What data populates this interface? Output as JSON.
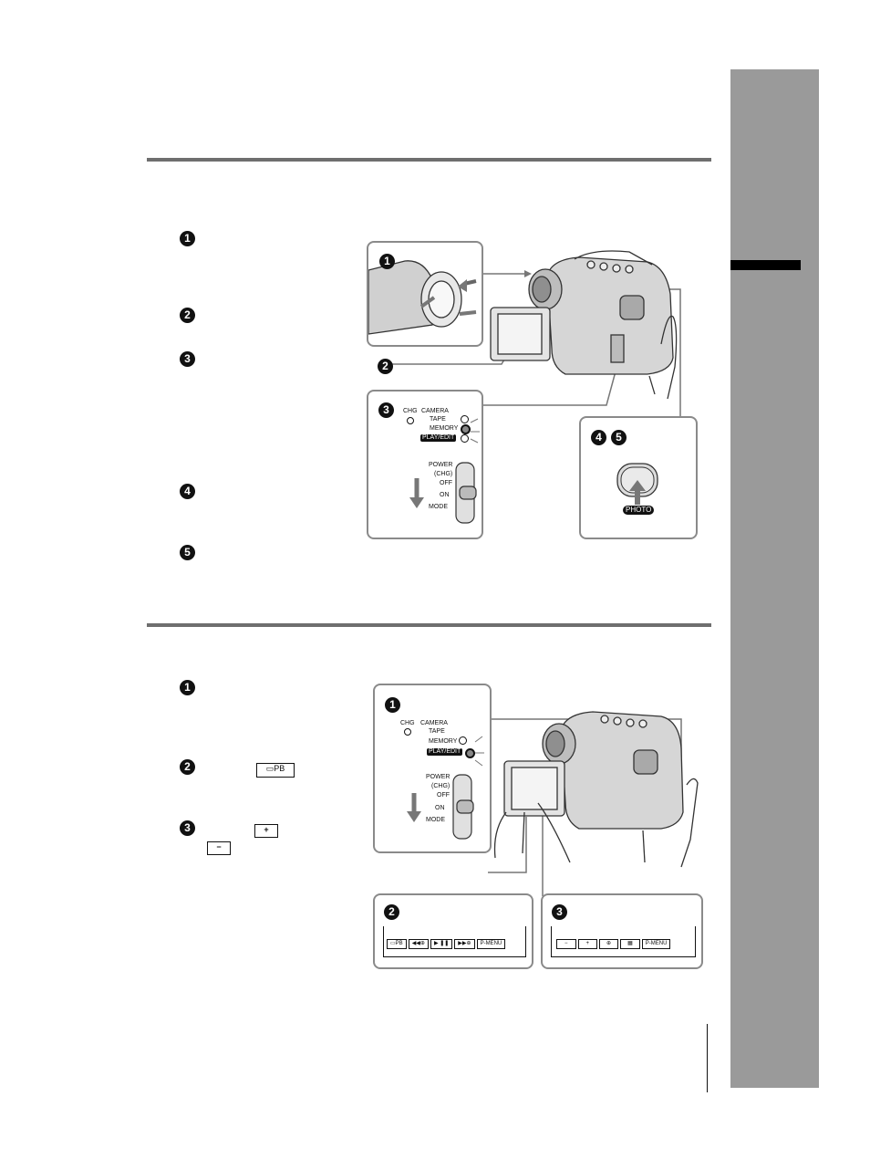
{
  "steps_photo": [
    "1",
    "2",
    "3",
    "4",
    "5"
  ],
  "steps_view": [
    "1",
    "2",
    "3"
  ],
  "inline_icons": {
    "pb": "▭PB",
    "plus": "+",
    "minus": "−"
  },
  "switch": {
    "chg": "CHG",
    "camera": "CAMERA",
    "tape": "TAPE",
    "memory": "MEMORY",
    "play_edit": "PLAY/EDIT",
    "power": "POWER",
    "chg_paren": "(CHG)",
    "off": "OFF",
    "on": "ON",
    "mode": "MODE"
  },
  "photo_button_label": "PHOTO",
  "callout_45": [
    "4",
    "5"
  ],
  "playback_bar": [
    "▭PB",
    "◀◀⊕",
    "▶ ❚❚",
    "▶▶⊕",
    "P-MENU"
  ],
  "review_bar": [
    "−",
    "+",
    "⊕",
    "▦",
    "P-MENU"
  ],
  "colors": {
    "sidebar": "#9a9a9a",
    "rule": "#6e6e6e",
    "panel_border": "#8a8a8a"
  }
}
